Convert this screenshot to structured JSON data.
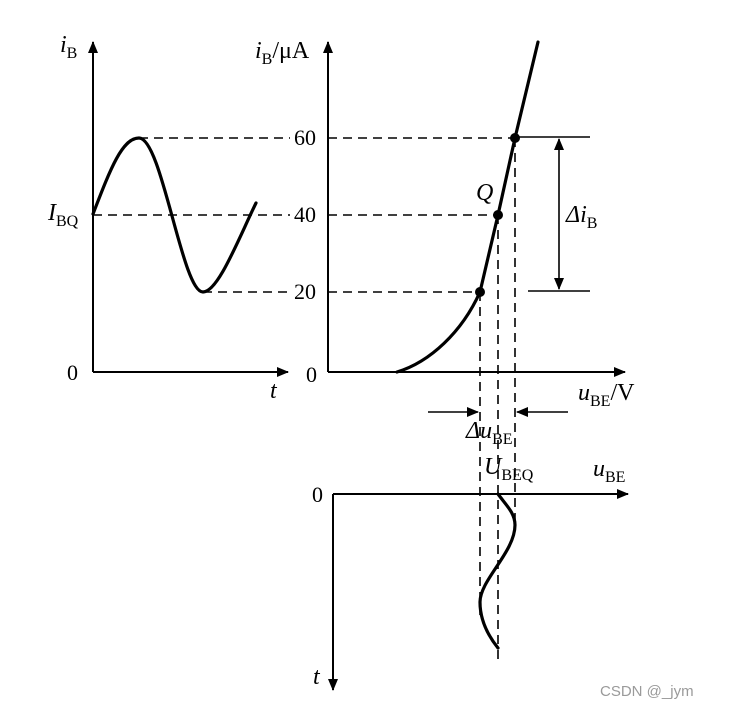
{
  "labels": {
    "left_y_main": "i",
    "left_y_sub": "B",
    "ibq_main": "I",
    "ibq_sub": "BQ",
    "left_zero": "0",
    "left_t": "t",
    "right_y_main": "i",
    "right_y_sub": "B",
    "right_y_unit": "/μA",
    "tick_60": "60",
    "tick_40": "40",
    "tick_20": "20",
    "right_zero": "0",
    "q_point": "Q",
    "delta_ib_main": "Δi",
    "delta_ib_sub": "B",
    "ube_axis_main": "u",
    "ube_axis_sub": "BE",
    "ube_axis_unit": "/V",
    "delta_ube_main": "Δu",
    "delta_ube_sub": "BE",
    "ubeq_main": "U",
    "ubeq_sub": "BEQ",
    "bottom_ube_main": "u",
    "bottom_ube_sub": "BE",
    "bottom_zero": "0",
    "bottom_t": "t"
  },
  "watermark": "CSDN @_jym"
}
